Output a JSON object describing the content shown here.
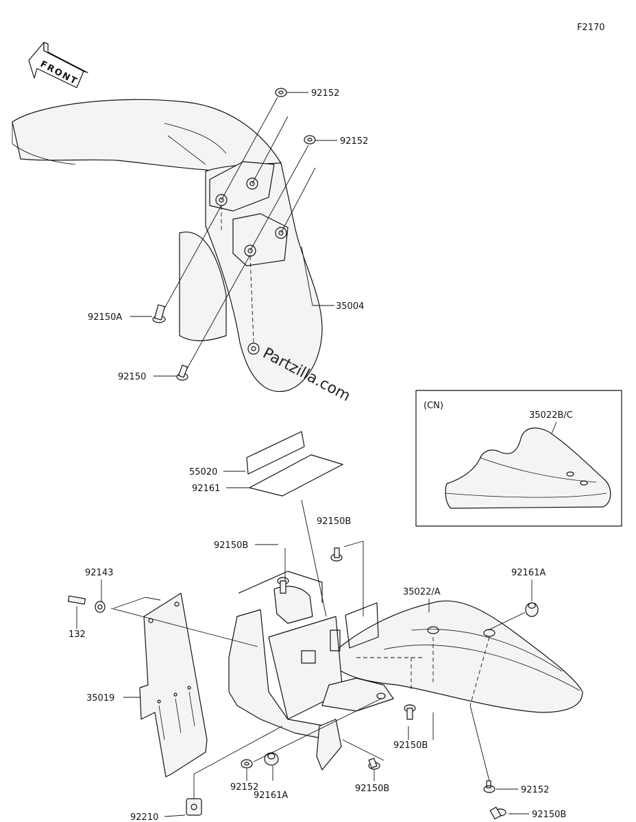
{
  "figure_code": "F2170",
  "front_label": "FRONT",
  "inset_variant": "(CN)",
  "watermark": "Partzilla.com",
  "callouts": [
    {
      "id": "c1",
      "text": "92152"
    },
    {
      "id": "c2",
      "text": "92152"
    },
    {
      "id": "c3",
      "text": "35004"
    },
    {
      "id": "c4",
      "text": "92150A"
    },
    {
      "id": "c5",
      "text": "92150"
    },
    {
      "id": "c6",
      "text": "35022B/C"
    },
    {
      "id": "c7",
      "text": "55020"
    },
    {
      "id": "c8",
      "text": "92161"
    },
    {
      "id": "c9",
      "text": "92150B"
    },
    {
      "id": "c10",
      "text": "92150B"
    },
    {
      "id": "c11",
      "text": "92143"
    },
    {
      "id": "c12",
      "text": "132"
    },
    {
      "id": "c13",
      "text": "35022/A"
    },
    {
      "id": "c14",
      "text": "92161A"
    },
    {
      "id": "c15",
      "text": "35019"
    },
    {
      "id": "c16",
      "text": "92150B"
    },
    {
      "id": "c17",
      "text": "92152"
    },
    {
      "id": "c18",
      "text": "92152"
    },
    {
      "id": "c19",
      "text": "92161A"
    },
    {
      "id": "c20",
      "text": "92150B"
    },
    {
      "id": "c21",
      "text": "92210"
    },
    {
      "id": "c22",
      "text": "92150B"
    }
  ]
}
